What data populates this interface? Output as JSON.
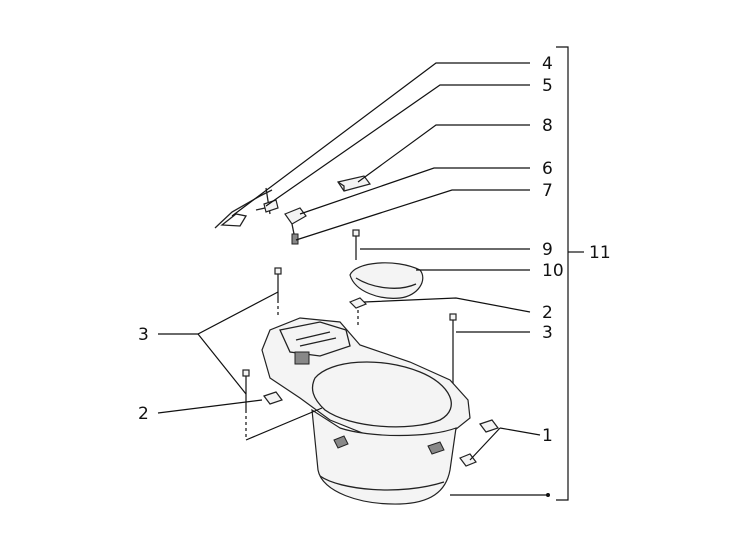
{
  "callouts": {
    "c4": "4",
    "c5": "5",
    "c8": "8",
    "c6": "6",
    "c7": "7",
    "c9": "9",
    "c10": "10",
    "c2a": "2",
    "c3a": "3",
    "c3b": "3",
    "c2b": "2",
    "c1": "1",
    "c11": "11"
  }
}
